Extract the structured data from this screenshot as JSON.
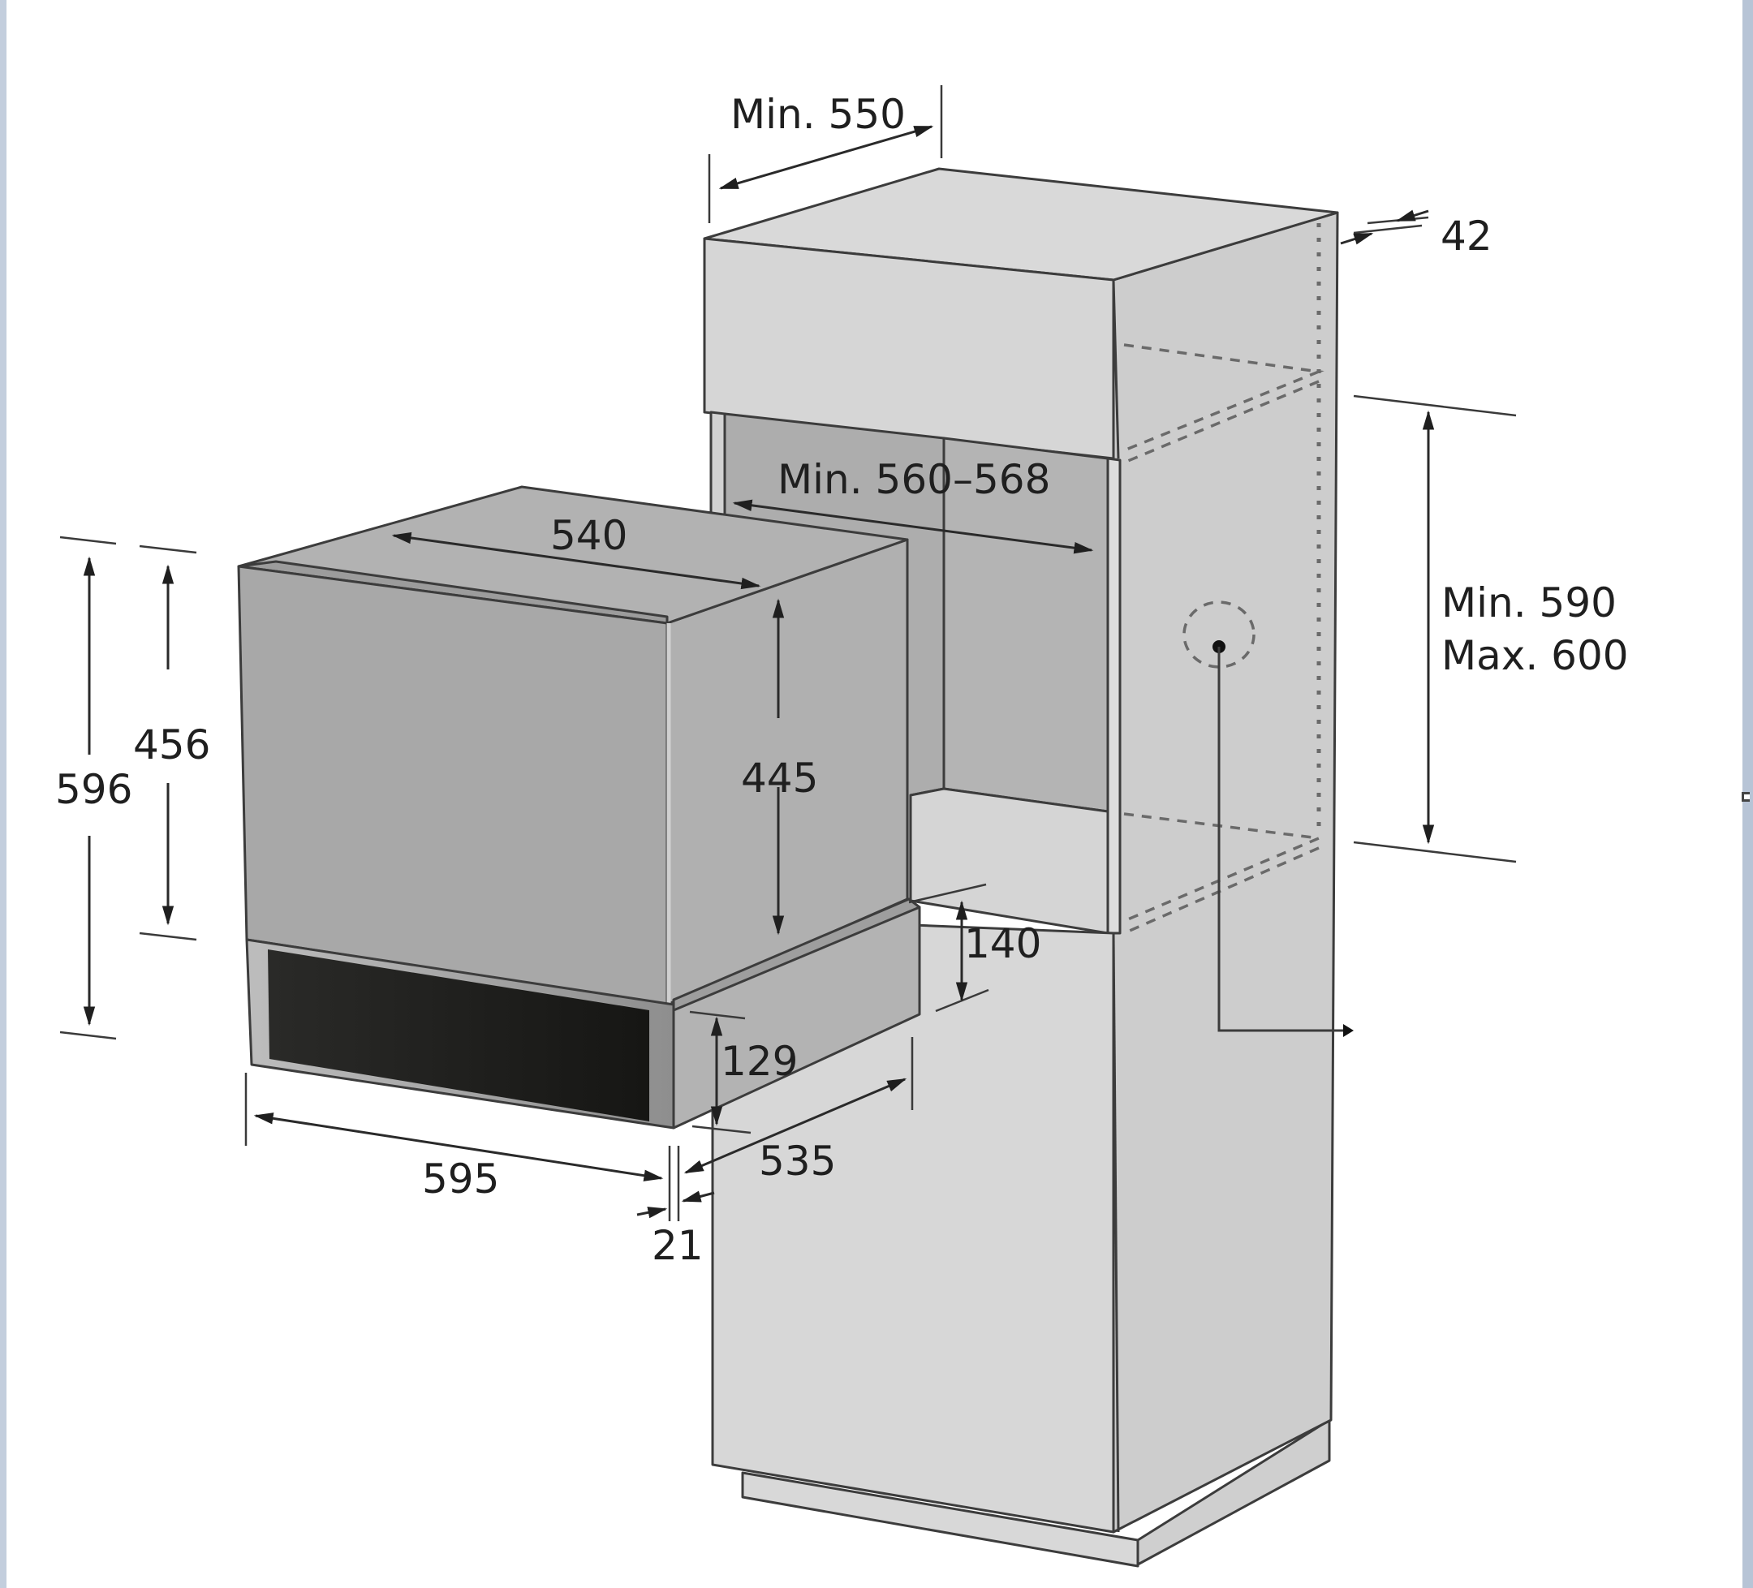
{
  "diagram": {
    "title": "Built-in oven installation dimensions (tall cabinet)",
    "units": "mm",
    "colors": {
      "cabinet_light": "#d6d6d6",
      "cabinet_side": "#cdcdcd",
      "cabinet_top": "#d9d9d9",
      "niche_back": "#b4b4b4",
      "niche_side": "#a9a9a9",
      "oven_front": "#a8a8a8",
      "oven_top": "#b2b2b2",
      "oven_side": "#b0b0b0",
      "control_panel": "#1c1c1a",
      "line": "#3c3c3c",
      "frame": "#c3cedd"
    },
    "cabinet_labels": {
      "depth": "Min. 550",
      "side_panel_offset": "42",
      "niche_width": "Min. 560–568",
      "niche_height_min": "Min. 590",
      "niche_height_max": "Max. 600"
    },
    "oven_labels": {
      "top_depth": "540",
      "overall_height": "596",
      "door_height": "456",
      "body_height": "445",
      "panel_height_outer": "140",
      "panel_height_inner": "129",
      "width": "595",
      "body_depth": "535",
      "front_thickness": "21"
    }
  }
}
